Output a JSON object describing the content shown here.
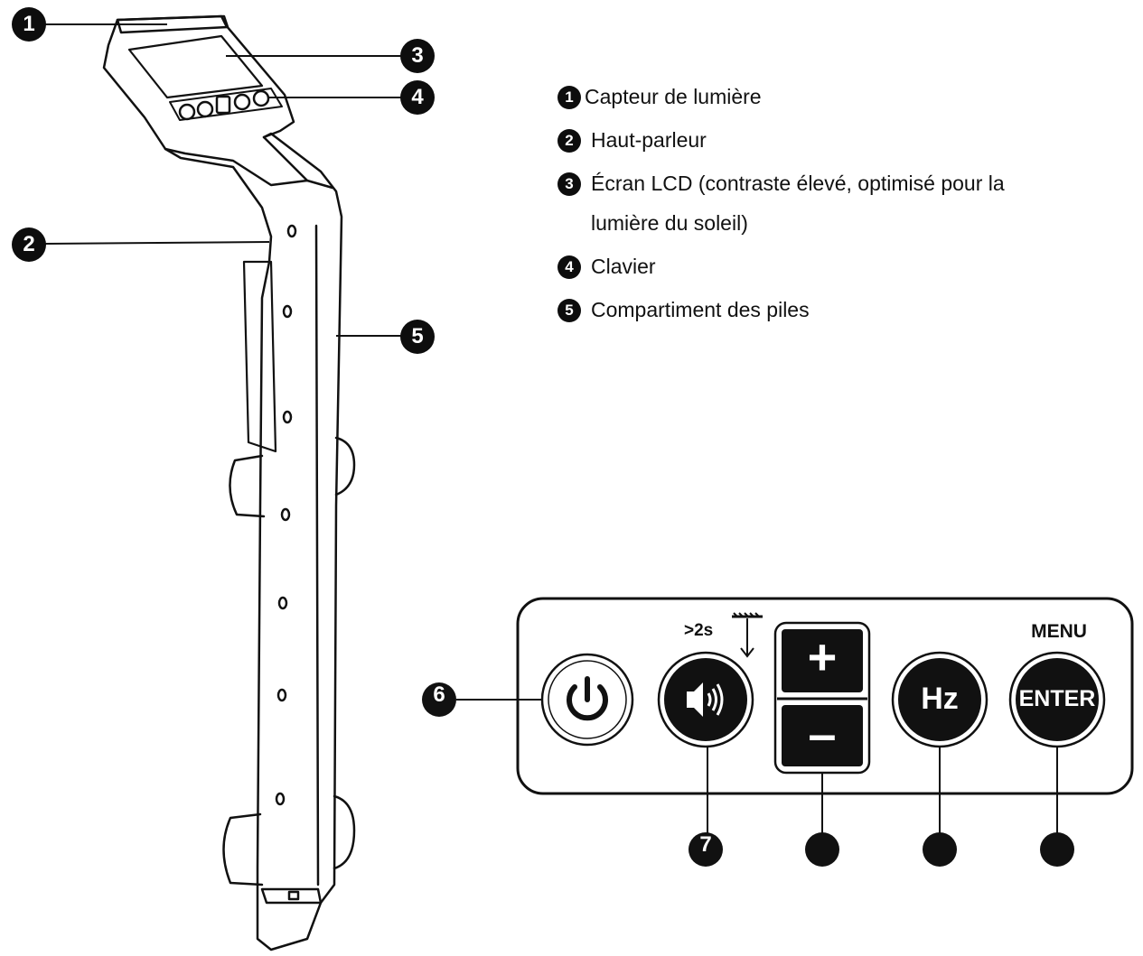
{
  "callouts": {
    "c1": "1",
    "c2": "2",
    "c3": "3",
    "c4": "4",
    "c5": "5",
    "c6": "6",
    "c7": "7"
  },
  "legend": [
    {
      "num": "1",
      "text": "Capteur de lumière"
    },
    {
      "num": "2",
      "text": "Haut-parleur"
    },
    {
      "num": "3",
      "text": "Écran LCD (contraste élevé, optimisé pour la lumière du soleil)"
    },
    {
      "num": "4",
      "text": "Clavier"
    },
    {
      "num": "5",
      "text": "Compartiment des piles"
    }
  ],
  "keypad": {
    "hold_label": ">2s",
    "plus": "+",
    "minus": "–",
    "hz": "Hz",
    "menu": "MENU",
    "enter": "ENTER"
  },
  "icons": [
    "power-icon",
    "speaker-icon",
    "ground-arrow-icon"
  ]
}
